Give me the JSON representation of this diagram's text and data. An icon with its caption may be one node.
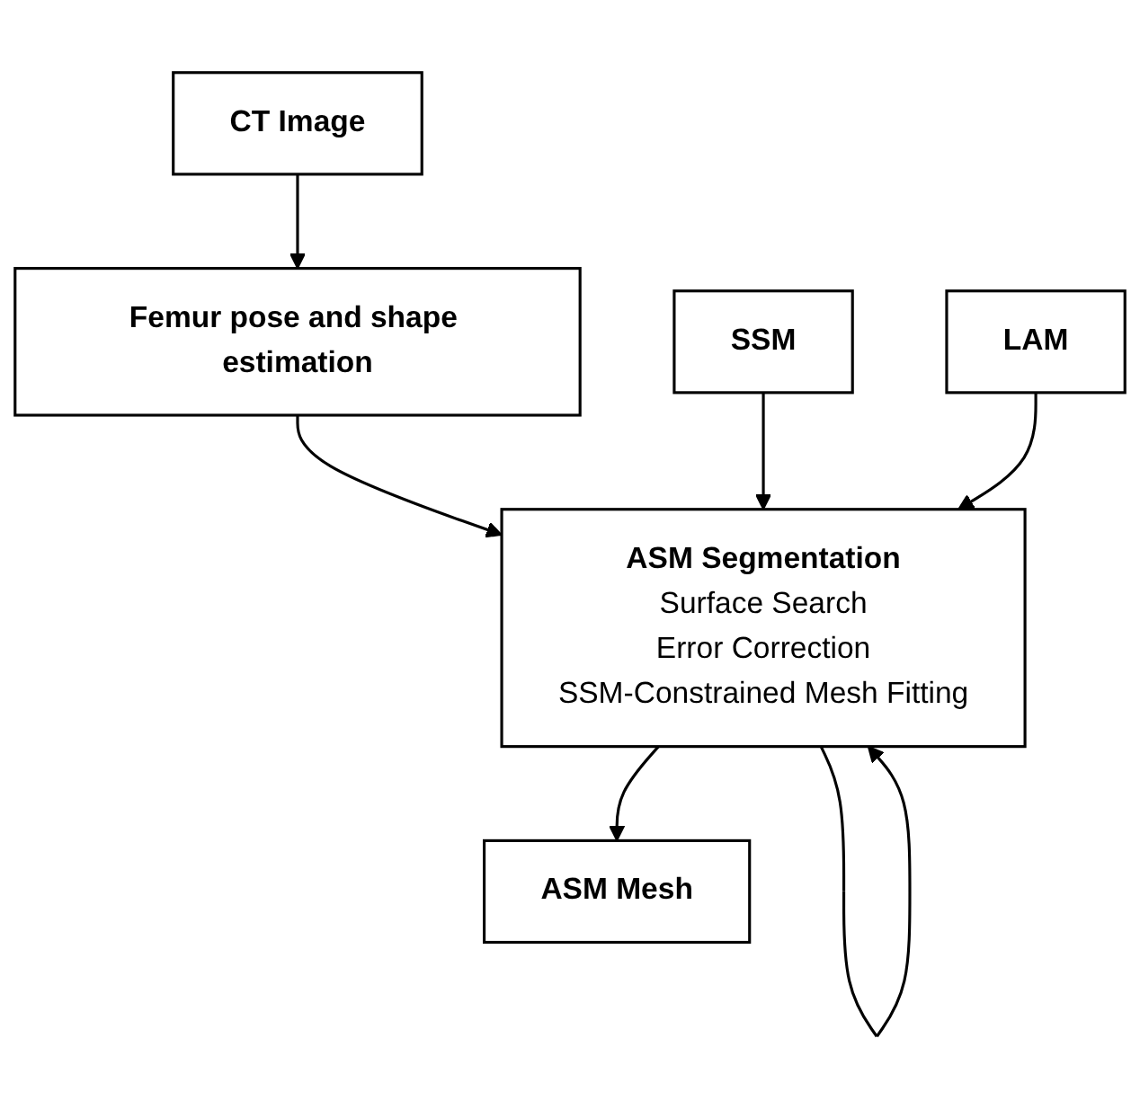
{
  "diagram": {
    "nodes": [
      {
        "text": [
          "CT Image"
        ]
      },
      {
        "text": [
          "Femur pose and shape estimation"
        ]
      },
      {
        "text": [
          "SSM"
        ]
      },
      {
        "text": [
          "ASM Segmentation",
          "Surface Search",
          "Error Correction",
          "SSM-Constrained Mesh Fitting"
        ]
      },
      {
        "text": [
          "LAM"
        ]
      },
      {
        "text": [
          "ASM Mesh"
        ]
      }
    ],
    "edges": [
      {
        "from": 0,
        "to": 1,
        "arrow": "to"
      },
      {
        "from": 1,
        "to": 3,
        "arrow": "to"
      },
      {
        "from": 2,
        "to": 3,
        "arrow": "to"
      },
      {
        "from": 4,
        "to": 3,
        "arrow": "to"
      },
      {
        "from": 3,
        "to": 3,
        "arrow": "to"
      },
      {
        "from": 3,
        "to": 5,
        "arrow": "to"
      }
    ]
  }
}
